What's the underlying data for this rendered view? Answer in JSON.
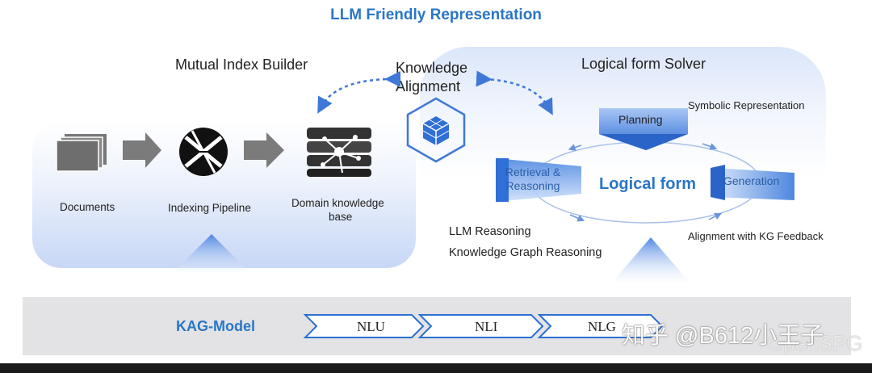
{
  "title": "LLM Friendly Representation",
  "builder": {
    "title": "Mutual Index Builder",
    "documents": "Documents",
    "pipeline": "Indexing Pipeline",
    "kb_line1": "Domain knowledge",
    "kb_line2": "base"
  },
  "alignment": {
    "line1": "Knowledge",
    "line2": "Alignment"
  },
  "solver": {
    "title": "Logical form Solver",
    "symbolic": "Symbolic Representation",
    "planning": "Planning",
    "retrieval_line1": "Retrieval &",
    "retrieval_line2": "Reasoning",
    "logical_form": "Logical form",
    "generation": "Generation",
    "kg_feedback": "Alignment with KG Feedback",
    "llm_reasoning": "LLM Reasoning",
    "kg_reasoning": "Knowledge Graph Reasoning"
  },
  "kag": {
    "label": "KAG-Model",
    "stages": [
      "NLU",
      "NLI",
      "NLG"
    ]
  },
  "watermark": {
    "zhihu": "知乎 @B612小王子",
    "openspg": "OpenSPG"
  },
  "colors": {
    "accent": "#2a76c6",
    "panel": "#c7d7f6",
    "kag_bar": "#e3e3e5"
  }
}
